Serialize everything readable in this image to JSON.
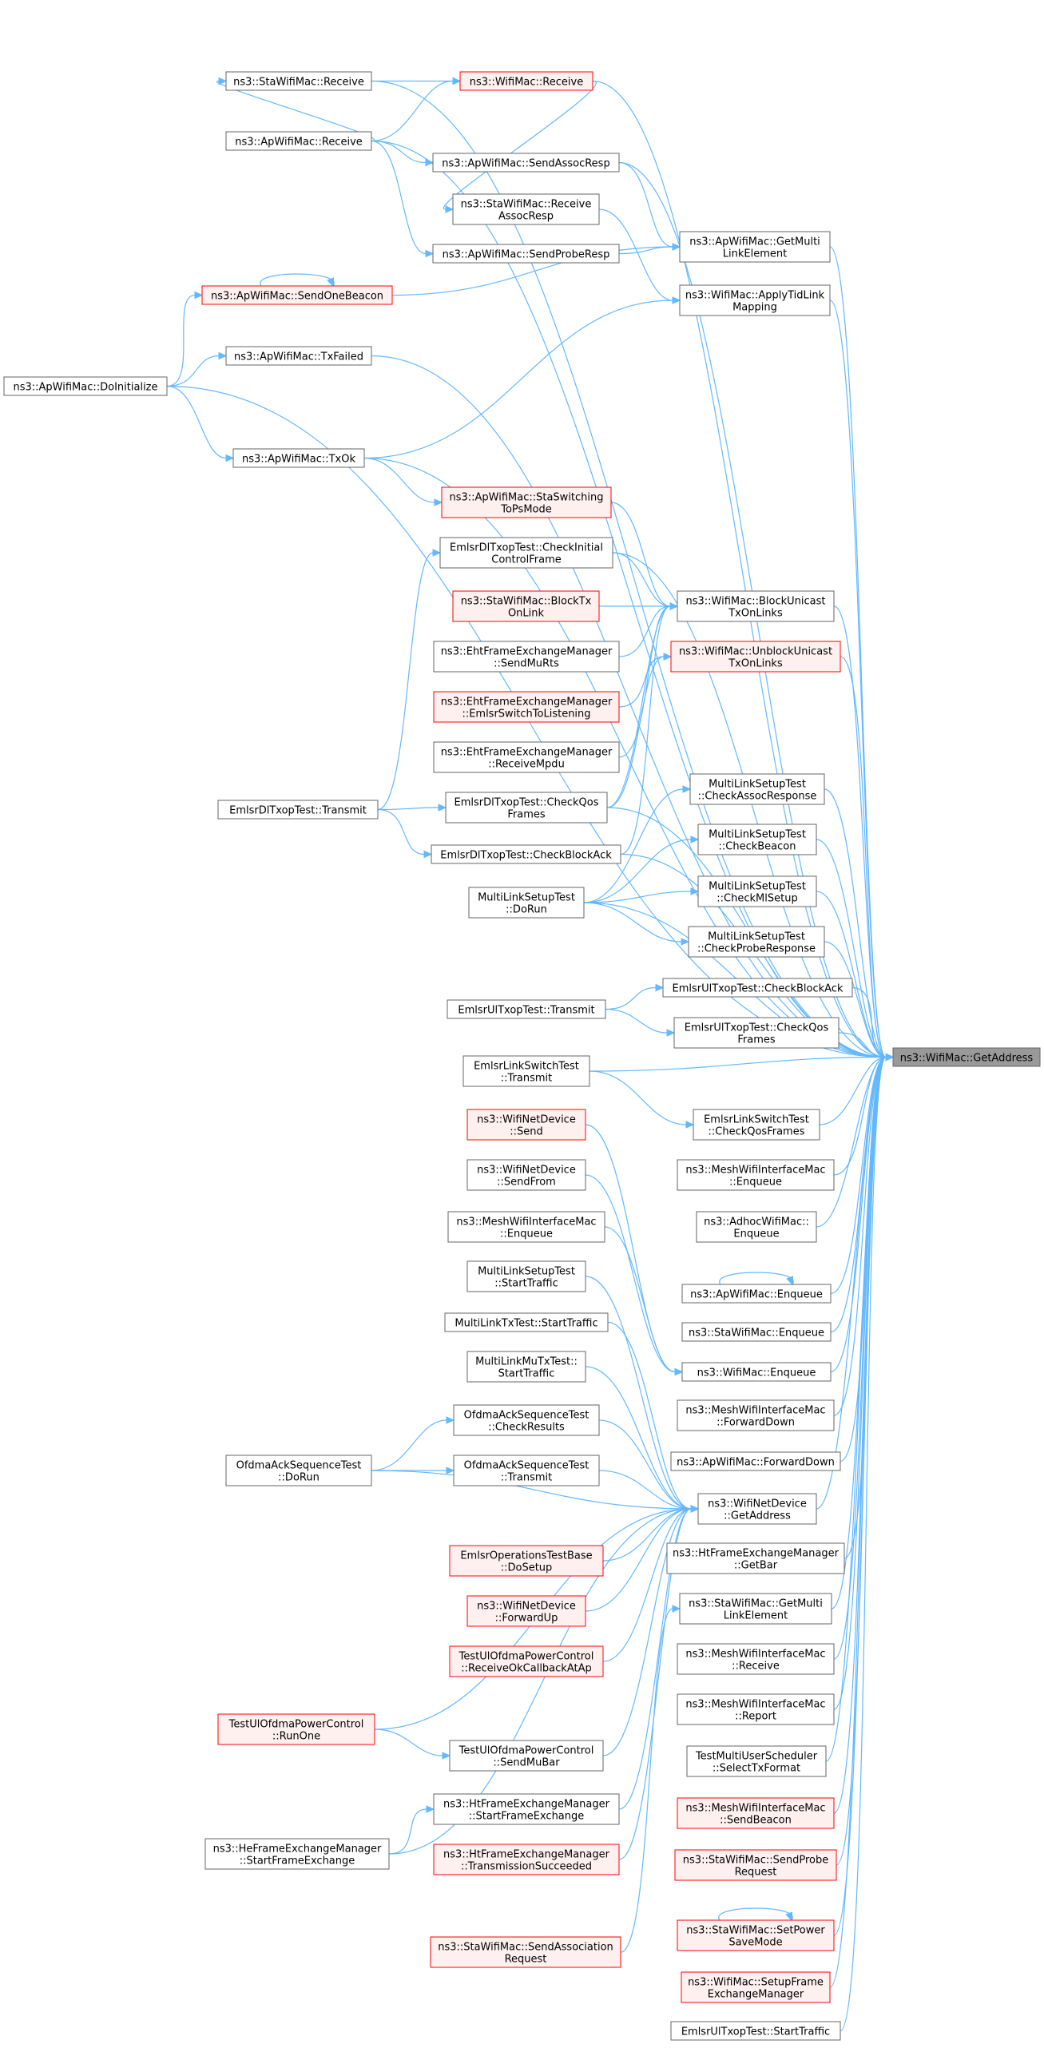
{
  "colors": {
    "normal_fill": "#ffffff",
    "normal_stroke": "#666666",
    "red_fill": "#fff0f0",
    "red_stroke": "#ff0000",
    "target_fill": "#999999",
    "target_stroke": "#666666",
    "edge": "#63b8ff"
  },
  "target": {
    "id": "getaddress",
    "lines": [
      "ns3::WifiMac::GetAddress"
    ]
  },
  "nodes": [
    {
      "id": "sta_receive",
      "lines": [
        "ns3::StaWifiMac::Receive"
      ],
      "style": "normal"
    },
    {
      "id": "wifimac_receive",
      "lines": [
        "ns3::WifiMac::Receive"
      ],
      "style": "red"
    },
    {
      "id": "ap_receive",
      "lines": [
        "ns3::ApWifiMac::Receive"
      ],
      "style": "normal"
    },
    {
      "id": "ap_sendassocresp",
      "lines": [
        "ns3::ApWifiMac::SendAssocResp"
      ],
      "style": "normal"
    },
    {
      "id": "sta_receiveassocresp",
      "lines": [
        "ns3::StaWifiMac::Receive",
        "AssocResp"
      ],
      "style": "normal"
    },
    {
      "id": "ap_getmultilink",
      "lines": [
        "ns3::ApWifiMac::GetMulti",
        "LinkElement"
      ],
      "style": "normal"
    },
    {
      "id": "ap_sendproberesp",
      "lines": [
        "ns3::ApWifiMac::SendProbeResp"
      ],
      "style": "normal"
    },
    {
      "id": "ap_sendonebeacon",
      "lines": [
        "ns3::ApWifiMac::SendOneBeacon"
      ],
      "style": "red"
    },
    {
      "id": "wifimac_applytid",
      "lines": [
        "ns3::WifiMac::ApplyTidLink",
        "Mapping"
      ],
      "style": "normal"
    },
    {
      "id": "ap_txfailed",
      "lines": [
        "ns3::ApWifiMac::TxFailed"
      ],
      "style": "normal"
    },
    {
      "id": "ap_doinitialize",
      "lines": [
        "ns3::ApWifiMac::DoInitialize"
      ],
      "style": "normal"
    },
    {
      "id": "ap_txok",
      "lines": [
        "ns3::ApWifiMac::TxOk"
      ],
      "style": "normal"
    },
    {
      "id": "ap_staswitching",
      "lines": [
        "ns3::ApWifiMac::StaSwitching",
        "ToPsMode"
      ],
      "style": "red"
    },
    {
      "id": "emlsrdl_checkinitial",
      "lines": [
        "EmlsrDlTxopTest::CheckInitial",
        "ControlFrame"
      ],
      "style": "normal"
    },
    {
      "id": "sta_blocktx",
      "lines": [
        "ns3::StaWifiMac::BlockTx",
        "OnLink"
      ],
      "style": "red"
    },
    {
      "id": "wifimac_blockunicast",
      "lines": [
        "ns3::WifiMac::BlockUnicast",
        "TxOnLinks"
      ],
      "style": "normal"
    },
    {
      "id": "eht_sendmurts",
      "lines": [
        "ns3::EhtFrameExchangeManager",
        "::SendMuRts"
      ],
      "style": "normal"
    },
    {
      "id": "wifimac_unblockunicast",
      "lines": [
        "ns3::WifiMac::UnblockUnicast",
        "TxOnLinks"
      ],
      "style": "red"
    },
    {
      "id": "eht_emlsrswitch",
      "lines": [
        "ns3::EhtFrameExchangeManager",
        "::EmlsrSwitchToListening"
      ],
      "style": "red"
    },
    {
      "id": "eht_receivempdu",
      "lines": [
        "ns3::EhtFrameExchangeManager",
        "::ReceiveMpdu"
      ],
      "style": "normal"
    },
    {
      "id": "emlsrdl_transmit",
      "lines": [
        "EmlsrDlTxopTest::Transmit"
      ],
      "style": "normal"
    },
    {
      "id": "emlsrdl_checkqos",
      "lines": [
        "EmlsrDlTxopTest::CheckQos",
        "Frames"
      ],
      "style": "normal"
    },
    {
      "id": "mlst_checkassoc",
      "lines": [
        "MultiLinkSetupTest",
        "::CheckAssocResponse"
      ],
      "style": "normal"
    },
    {
      "id": "emlsrdl_checkblockack",
      "lines": [
        "EmlsrDlTxopTest::CheckBlockAck"
      ],
      "style": "normal"
    },
    {
      "id": "mlst_checkbeacon",
      "lines": [
        "MultiLinkSetupTest",
        "::CheckBeacon"
      ],
      "style": "normal"
    },
    {
      "id": "mlst_dorun",
      "lines": [
        "MultiLinkSetupTest",
        "::DoRun"
      ],
      "style": "normal"
    },
    {
      "id": "mlst_checkmlsetup",
      "lines": [
        "MultiLinkSetupTest",
        "::CheckMlSetup"
      ],
      "style": "normal"
    },
    {
      "id": "mlst_checkprobe",
      "lines": [
        "MultiLinkSetupTest",
        "::CheckProbeResponse"
      ],
      "style": "normal"
    },
    {
      "id": "emlsrul_checkblockack",
      "lines": [
        "EmlsrUlTxopTest::CheckBlockAck"
      ],
      "style": "normal"
    },
    {
      "id": "emlsrul_transmit",
      "lines": [
        "EmlsrUlTxopTest::Transmit"
      ],
      "style": "normal"
    },
    {
      "id": "emlsrul_checkqos",
      "lines": [
        "EmlsrUlTxopTest::CheckQos",
        "Frames"
      ],
      "style": "normal"
    },
    {
      "id": "emlsrlink_transmit",
      "lines": [
        "EmlsrLinkSwitchTest",
        "::Transmit"
      ],
      "style": "normal"
    },
    {
      "id": "emlsrlink_checkqos",
      "lines": [
        "EmlsrLinkSwitchTest",
        "::CheckQosFrames"
      ],
      "style": "normal"
    },
    {
      "id": "netdev_send",
      "lines": [
        "ns3::WifiNetDevice",
        "::Send"
      ],
      "style": "red"
    },
    {
      "id": "mesh_enqueue_r",
      "lines": [
        "ns3::MeshWifiInterfaceMac",
        "::Enqueue"
      ],
      "style": "normal"
    },
    {
      "id": "netdev_sendfrom",
      "lines": [
        "ns3::WifiNetDevice",
        "::SendFrom"
      ],
      "style": "normal"
    },
    {
      "id": "adhoc_enqueue",
      "lines": [
        "ns3::AdhocWifiMac::",
        "Enqueue"
      ],
      "style": "normal"
    },
    {
      "id": "mesh_enqueue_l",
      "lines": [
        "ns3::MeshWifiInterfaceMac",
        "::Enqueue"
      ],
      "style": "normal"
    },
    {
      "id": "ap_enqueue",
      "lines": [
        "ns3::ApWifiMac::Enqueue"
      ],
      "style": "normal"
    },
    {
      "id": "mlst_starttraffic",
      "lines": [
        "MultiLinkSetupTest",
        "::StartTraffic"
      ],
      "style": "normal"
    },
    {
      "id": "sta_enqueue",
      "lines": [
        "ns3::StaWifiMac::Enqueue"
      ],
      "style": "normal"
    },
    {
      "id": "mltx_starttraffic",
      "lines": [
        "MultiLinkTxTest::StartTraffic"
      ],
      "style": "normal"
    },
    {
      "id": "wifimac_enqueue",
      "lines": [
        "ns3::WifiMac::Enqueue"
      ],
      "style": "normal"
    },
    {
      "id": "mlmu_starttraffic",
      "lines": [
        "MultiLinkMuTxTest::",
        "StartTraffic"
      ],
      "style": "normal"
    },
    {
      "id": "mesh_forwarddown",
      "lines": [
        "ns3::MeshWifiInterfaceMac",
        "::ForwardDown"
      ],
      "style": "normal"
    },
    {
      "id": "ofdma_checkresults",
      "lines": [
        "OfdmaAckSequenceTest",
        "::CheckResults"
      ],
      "style": "normal"
    },
    {
      "id": "ap_forwarddown",
      "lines": [
        "ns3::ApWifiMac::ForwardDown"
      ],
      "style": "normal"
    },
    {
      "id": "ofdma_dorun",
      "lines": [
        "OfdmaAckSequenceTest",
        "::DoRun"
      ],
      "style": "normal"
    },
    {
      "id": "ofdma_transmit",
      "lines": [
        "OfdmaAckSequenceTest",
        "::Transmit"
      ],
      "style": "normal"
    },
    {
      "id": "netdev_getaddress",
      "lines": [
        "ns3::WifiNetDevice",
        "::GetAddress"
      ],
      "style": "normal"
    },
    {
      "id": "emlsrops_dosetup",
      "lines": [
        "EmlsrOperationsTestBase",
        "::DoSetup"
      ],
      "style": "red"
    },
    {
      "id": "ht_getbar",
      "lines": [
        "ns3::HtFrameExchangeManager",
        "::GetBar"
      ],
      "style": "normal"
    },
    {
      "id": "netdev_forwardup",
      "lines": [
        "ns3::WifiNetDevice",
        "::ForwardUp"
      ],
      "style": "red"
    },
    {
      "id": "sta_getmultilink",
      "lines": [
        "ns3::StaWifiMac::GetMulti",
        "LinkElement"
      ],
      "style": "normal"
    },
    {
      "id": "tulofdma_receiveok",
      "lines": [
        "TestUlOfdmaPowerControl",
        "::ReceiveOkCallbackAtAp"
      ],
      "style": "red"
    },
    {
      "id": "mesh_receive",
      "lines": [
        "ns3::MeshWifiInterfaceMac",
        "::Receive"
      ],
      "style": "normal"
    },
    {
      "id": "tulofdma_runone",
      "lines": [
        "TestUlOfdmaPowerControl",
        "::RunOne"
      ],
      "style": "red"
    },
    {
      "id": "mesh_report",
      "lines": [
        "ns3::MeshWifiInterfaceMac",
        "::Report"
      ],
      "style": "normal"
    },
    {
      "id": "tulofdma_sendmubar",
      "lines": [
        "TestUlOfdmaPowerControl",
        "::SendMuBar"
      ],
      "style": "normal"
    },
    {
      "id": "tmus_selecttx",
      "lines": [
        "TestMultiUserScheduler",
        "::SelectTxFormat"
      ],
      "style": "normal"
    },
    {
      "id": "ht_startframe",
      "lines": [
        "ns3::HtFrameExchangeManager",
        "::StartFrameExchange"
      ],
      "style": "normal"
    },
    {
      "id": "he_startframe",
      "lines": [
        "ns3::HeFrameExchangeManager",
        "::StartFrameExchange"
      ],
      "style": "normal"
    },
    {
      "id": "mesh_sendbeacon",
      "lines": [
        "ns3::MeshWifiInterfaceMac",
        "::SendBeacon"
      ],
      "style": "red"
    },
    {
      "id": "ht_transmissionsucceeded",
      "lines": [
        "ns3::HtFrameExchangeManager",
        "::TransmissionSucceeded"
      ],
      "style": "red"
    },
    {
      "id": "sta_sendprobe",
      "lines": [
        "ns3::StaWifiMac::SendProbe",
        "Request"
      ],
      "style": "red"
    },
    {
      "id": "sta_sendassoc",
      "lines": [
        "ns3::StaWifiMac::SendAssociation",
        "Request"
      ],
      "style": "red"
    },
    {
      "id": "sta_setpowersave",
      "lines": [
        "ns3::StaWifiMac::SetPower",
        "SaveMode"
      ],
      "style": "red"
    },
    {
      "id": "wifimac_setupframe",
      "lines": [
        "ns3::WifiMac::SetupFrame",
        "ExchangeManager"
      ],
      "style": "red"
    },
    {
      "id": "emlsrul_starttraffic",
      "lines": [
        "EmlsrUlTxopTest::StartTraffic"
      ],
      "style": "normal"
    }
  ],
  "edges": [
    [
      "sta_receive",
      "getaddress"
    ],
    [
      "sta_receive",
      "wifimac_receive"
    ],
    [
      "wifimac_receive",
      "getaddress"
    ],
    [
      "ap_receive",
      "wifimac_receive"
    ],
    [
      "ap_receive",
      "getaddress"
    ],
    [
      "ap_receive",
      "ap_sendassocresp"
    ],
    [
      "ap_receive",
      "ap_sendproberesp"
    ],
    [
      "ap_receive",
      "sta_receive"
    ],
    [
      "wifimac_receive",
      "sta_receiveassocresp"
    ],
    [
      "ap_sendassocresp",
      "getaddress"
    ],
    [
      "ap_sendassocresp",
      "ap_getmultilink"
    ],
    [
      "ap_sendproberesp",
      "ap_getmultilink"
    ],
    [
      "sta_receiveassocresp",
      "wifimac_applytid"
    ],
    [
      "ap_sendonebeacon",
      "ap_getmultilink"
    ],
    [
      "ap_getmultilink",
      "getaddress"
    ],
    [
      "wifimac_applytid",
      "getaddress"
    ],
    [
      "ap_doinitialize",
      "ap_sendonebeacon"
    ],
    [
      "ap_doinitialize",
      "ap_txfailed"
    ],
    [
      "ap_doinitialize",
      "ap_txok"
    ],
    [
      "ap_doinitialize",
      "getaddress"
    ],
    [
      "ap_txfailed",
      "getaddress"
    ],
    [
      "ap_txok",
      "getaddress"
    ],
    [
      "ap_txok",
      "wifimac_applytid"
    ],
    [
      "ap_txok",
      "ap_staswitching"
    ],
    [
      "ap_staswitching",
      "wifimac_blockunicast"
    ],
    [
      "emlsrdl_checkinitial",
      "getaddress"
    ],
    [
      "emlsrdl_checkinitial",
      "wifimac_blockunicast"
    ],
    [
      "sta_blocktx",
      "wifimac_blockunicast"
    ],
    [
      "eht_sendmurts",
      "wifimac_blockunicast"
    ],
    [
      "eht_emlsrswitch",
      "wifimac_unblockunicast"
    ],
    [
      "eht_receivempdu",
      "wifimac_blockunicast"
    ],
    [
      "emlsrdl_checkqos",
      "wifimac_blockunicast"
    ],
    [
      "emlsrdl_checkqos",
      "wifimac_unblockunicast"
    ],
    [
      "emlsrdl_checkqos",
      "getaddress"
    ],
    [
      "wifimac_blockunicast",
      "getaddress"
    ],
    [
      "wifimac_unblockunicast",
      "getaddress"
    ],
    [
      "emlsrdl_transmit",
      "emlsrdl_checkinitial"
    ],
    [
      "emlsrdl_transmit",
      "emlsrdl_checkqos"
    ],
    [
      "emlsrdl_transmit",
      "emlsrdl_checkblockack"
    ],
    [
      "emlsrdl_checkblockack",
      "getaddress"
    ],
    [
      "emlsrdl_checkblockack",
      "wifimac_blockunicast"
    ],
    [
      "mlst_dorun",
      "mlst_checkassoc"
    ],
    [
      "mlst_dorun",
      "mlst_checkbeacon"
    ],
    [
      "mlst_dorun",
      "mlst_checkmlsetup"
    ],
    [
      "mlst_dorun",
      "mlst_checkprobe"
    ],
    [
      "mlst_dorun",
      "getaddress"
    ],
    [
      "mlst_checkassoc",
      "getaddress"
    ],
    [
      "mlst_checkbeacon",
      "getaddress"
    ],
    [
      "mlst_checkmlsetup",
      "getaddress"
    ],
    [
      "mlst_checkprobe",
      "getaddress"
    ],
    [
      "emlsrul_transmit",
      "emlsrul_checkblockack"
    ],
    [
      "emlsrul_transmit",
      "emlsrul_checkqos"
    ],
    [
      "emlsrul_checkblockack",
      "getaddress"
    ],
    [
      "emlsrul_checkqos",
      "getaddress"
    ],
    [
      "emlsrlink_transmit",
      "getaddress"
    ],
    [
      "emlsrlink_transmit",
      "emlsrlink_checkqos"
    ],
    [
      "emlsrlink_checkqos",
      "getaddress"
    ],
    [
      "netdev_send",
      "wifimac_enqueue"
    ],
    [
      "netdev_sendfrom",
      "wifimac_enqueue"
    ],
    [
      "mesh_enqueue_l",
      "wifimac_enqueue"
    ],
    [
      "mlst_starttraffic",
      "netdev_getaddress"
    ],
    [
      "mltx_starttraffic",
      "netdev_getaddress"
    ],
    [
      "mlmu_starttraffic",
      "netdev_getaddress"
    ],
    [
      "mesh_enqueue_r",
      "getaddress"
    ],
    [
      "adhoc_enqueue",
      "getaddress"
    ],
    [
      "ap_enqueue",
      "getaddress"
    ],
    [
      "ap_enqueue",
      "ap_enqueue"
    ],
    [
      "sta_enqueue",
      "getaddress"
    ],
    [
      "wifimac_enqueue",
      "getaddress"
    ],
    [
      "mesh_forwarddown",
      "getaddress"
    ],
    [
      "ap_forwarddown",
      "getaddress"
    ],
    [
      "ofdma_dorun",
      "ofdma_checkresults"
    ],
    [
      "ofdma_dorun",
      "ofdma_transmit"
    ],
    [
      "ofdma_dorun",
      "netdev_getaddress"
    ],
    [
      "ofdma_checkresults",
      "netdev_getaddress"
    ],
    [
      "ofdma_transmit",
      "netdev_getaddress"
    ],
    [
      "emlsrops_dosetup",
      "netdev_getaddress"
    ],
    [
      "netdev_forwardup",
      "netdev_getaddress"
    ],
    [
      "tulofdma_receiveok",
      "netdev_getaddress"
    ],
    [
      "tulofdma_runone",
      "tulofdma_sendmubar"
    ],
    [
      "tulofdma_runone",
      "netdev_getaddress"
    ],
    [
      "tulofdma_sendmubar",
      "netdev_getaddress"
    ],
    [
      "he_startframe",
      "ht_startframe"
    ],
    [
      "he_startframe",
      "netdev_getaddress"
    ],
    [
      "ht_startframe",
      "netdev_getaddress"
    ],
    [
      "ht_transmissionsucceeded",
      "netdev_getaddress"
    ],
    [
      "sta_sendassoc",
      "sta_getmultilink"
    ],
    [
      "netdev_getaddress",
      "getaddress"
    ],
    [
      "ht_getbar",
      "getaddress"
    ],
    [
      "sta_getmultilink",
      "getaddress"
    ],
    [
      "mesh_receive",
      "getaddress"
    ],
    [
      "mesh_report",
      "getaddress"
    ],
    [
      "tmus_selecttx",
      "getaddress"
    ],
    [
      "mesh_sendbeacon",
      "getaddress"
    ],
    [
      "sta_sendprobe",
      "getaddress"
    ],
    [
      "sta_setpowersave",
      "getaddress"
    ],
    [
      "sta_setpowersave",
      "sta_setpowersave"
    ],
    [
      "wifimac_setupframe",
      "getaddress"
    ],
    [
      "emlsrul_starttraffic",
      "getaddress"
    ],
    [
      "ap_sendonebeacon",
      "ap_sendonebeacon"
    ]
  ]
}
